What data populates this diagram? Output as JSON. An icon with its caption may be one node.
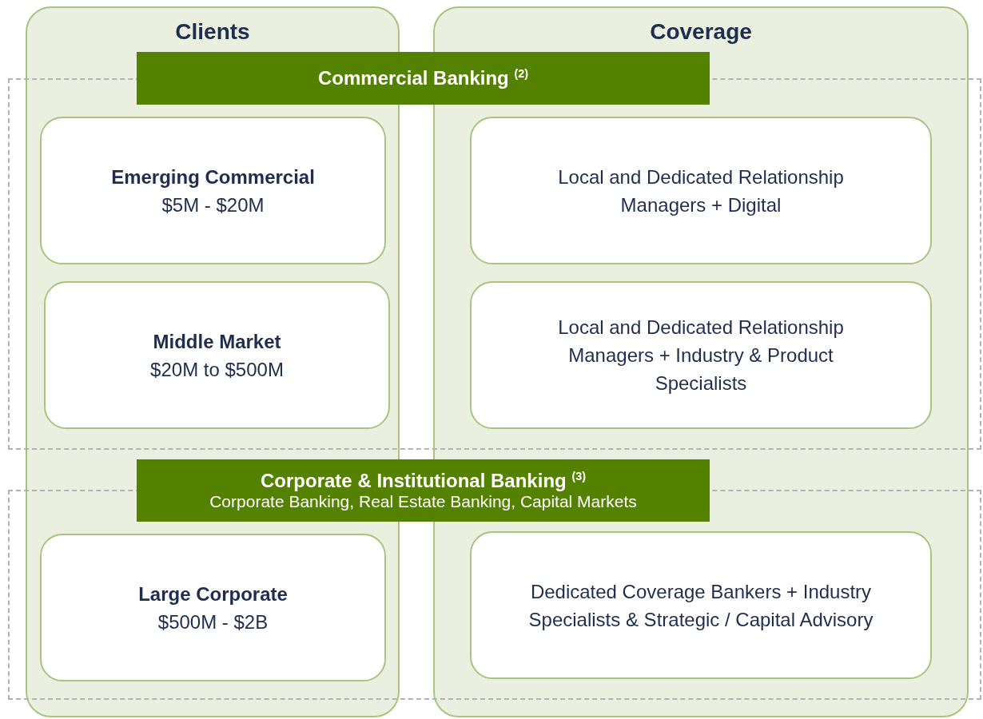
{
  "diagram": {
    "nodes": [
      {
        "text": [
          "Clients"
        ]
      },
      {
        "text": [
          "Coverage"
        ]
      },
      {
        "text": [],
        "shape": "box"
      },
      {
        "text": [
          "Commercial Banking $^{(2)}$"
        ]
      },
      {
        "text": [
          "Emerging Commercial",
          "$5M - $20M"
        ]
      },
      {
        "text": [
          "Local and Dedicated Relationship Managers + Digital"
        ]
      },
      {
        "text": [
          "Middle Market",
          "$20M to $500M"
        ]
      },
      {
        "text": [
          "Local and Dedicated Relationship Managers + Industry & Product Specialists"
        ]
      },
      {
        "text": [],
        "shape": "box"
      },
      {
        "text": [
          "Corporate & Institutional Banking $^{(3)}$",
          "Corporate Banking, Real Estate Banking, Capital Markets"
        ]
      },
      {
        "text": [
          "Large Corporate",
          "$500M - $2B"
        ]
      },
      {
        "text": [
          "Dedicated Coverage Bankers + Industry Specialists & Strategic / Capital Advisory"
        ]
      }
    ]
  }
}
